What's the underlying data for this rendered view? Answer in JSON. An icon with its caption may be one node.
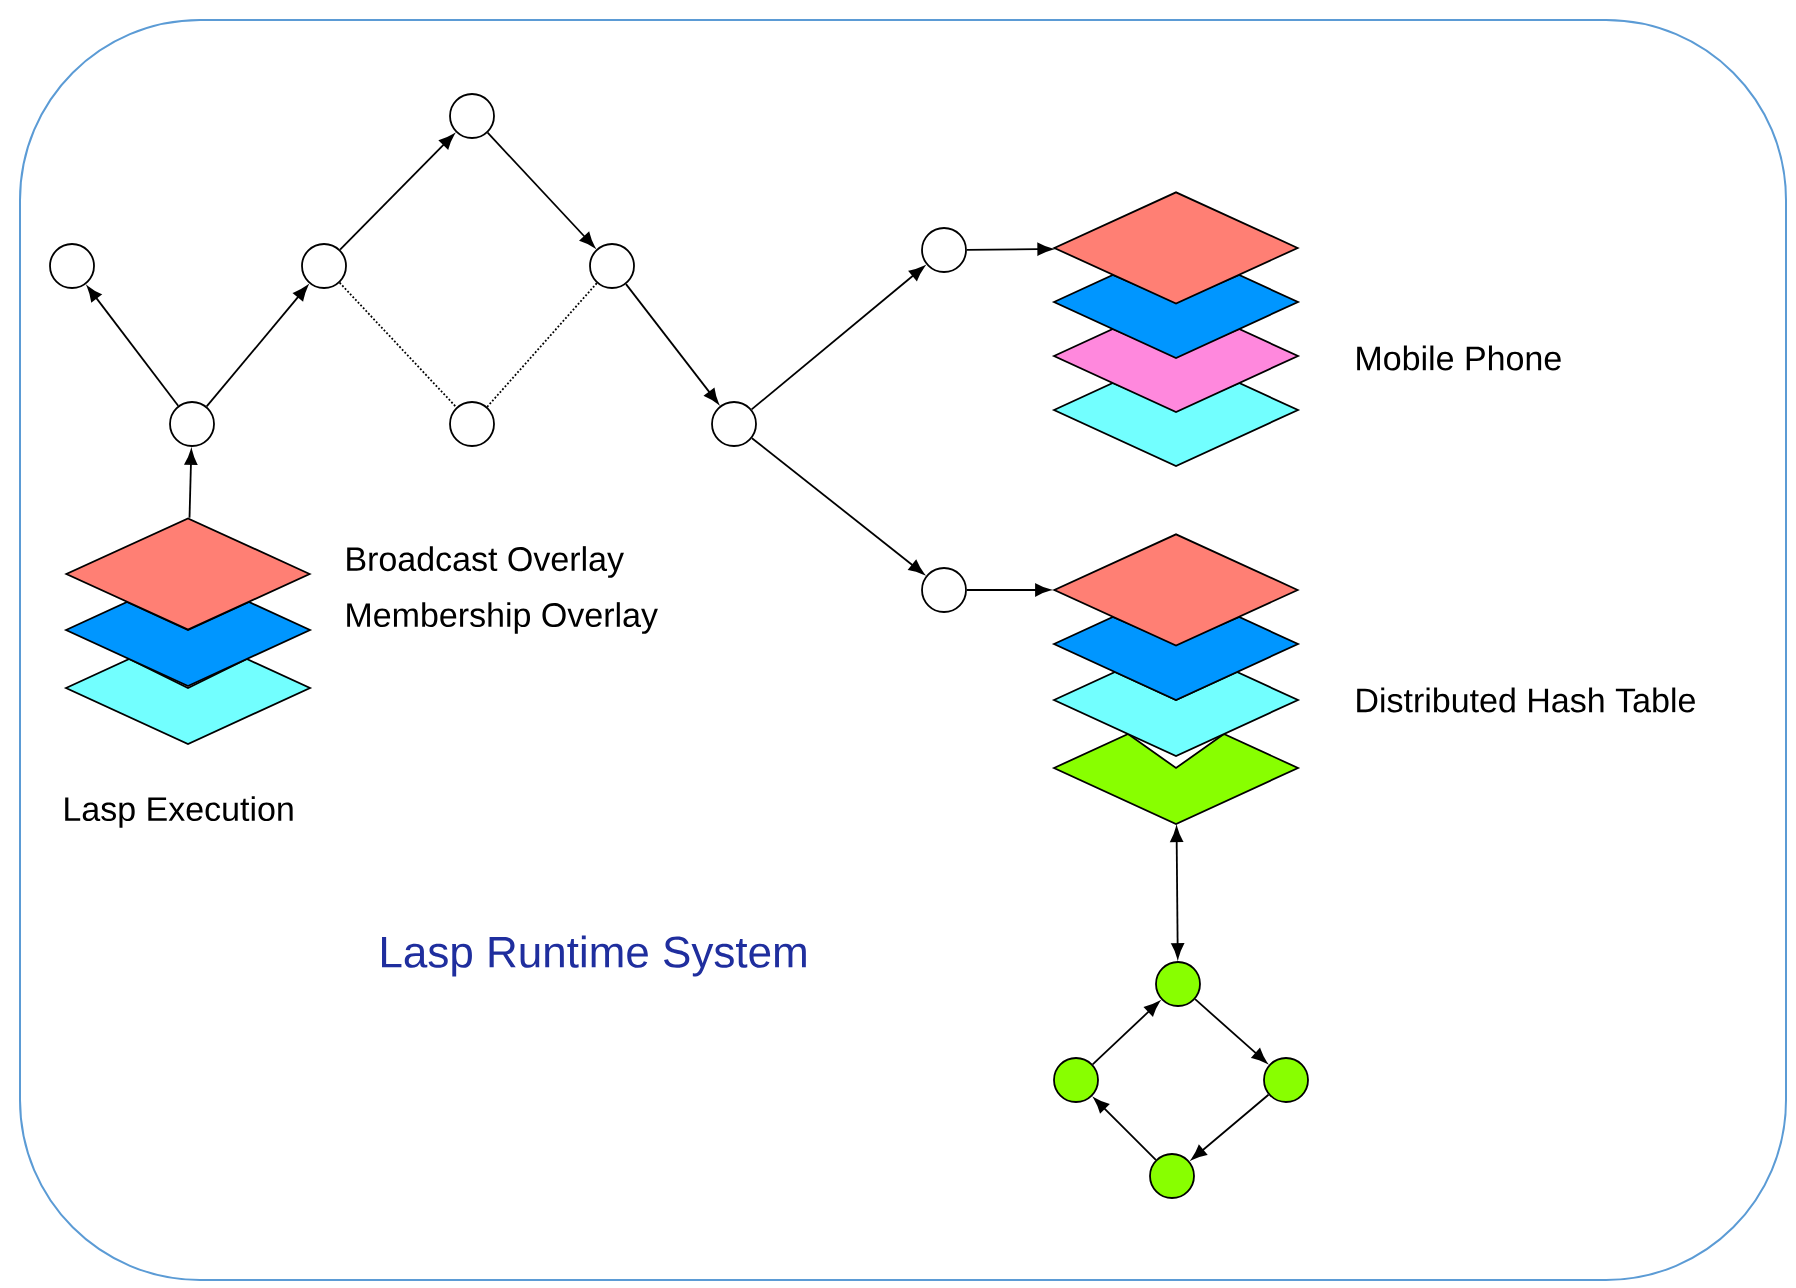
{
  "diagram": {
    "nodes": [
      {
        "text": [],
        "shape": "circle"
      },
      {
        "text": [],
        "shape": "circle"
      },
      {
        "text": [],
        "shape": "circle"
      },
      {
        "text": [],
        "shape": "circle"
      },
      {
        "text": [],
        "shape": "circle"
      },
      {
        "text": [],
        "shape": "circle"
      },
      {
        "text": [],
        "shape": "circle"
      },
      {
        "text": [],
        "shape": "circle"
      },
      {
        "text": [],
        "shape": "circle"
      },
      {
        "text": [],
        "shape": "diamond",
        "beside": [
          "Broadcast Overlay"
        ]
      },
      {
        "text": [],
        "shape": "diamond",
        "beside": [
          "Membership Overlay"
        ]
      },
      {
        "text": [],
        "shape": "diamond"
      },
      {
        "text": [],
        "shape": "diamond"
      },
      {
        "text": [],
        "shape": "diamond"
      },
      {
        "text": [],
        "shape": "diamond"
      },
      {
        "text": [],
        "shape": "diamond"
      },
      {
        "text": [],
        "shape": "diamond"
      },
      {
        "text": [],
        "shape": "diamond"
      },
      {
        "text": [],
        "shape": "diamond"
      },
      {
        "text": [],
        "shape": "diamond"
      },
      {
        "text": [],
        "shape": "circle"
      },
      {
        "text": [],
        "shape": "circle"
      },
      {
        "text": [],
        "shape": "circle"
      },
      {
        "text": [],
        "shape": "circle"
      }
    ],
    "edges": [
      {
        "from": 4,
        "to": 0,
        "arrow": "to"
      },
      {
        "from": 4,
        "to": 1,
        "arrow": "to"
      },
      {
        "from": 1,
        "to": 2,
        "arrow": "to"
      },
      {
        "from": 2,
        "to": 3,
        "arrow": "to"
      },
      {
        "from": 1,
        "to": 5,
        "arrow": "none",
        "style": "dashed"
      },
      {
        "from": 5,
        "to": 3,
        "arrow": "none",
        "style": "dashed"
      },
      {
        "from": 3,
        "to": 6,
        "arrow": "to"
      },
      {
        "from": 6,
        "to": 7,
        "arrow": "to"
      },
      {
        "from": 6,
        "to": 8,
        "arrow": "to"
      },
      {
        "from": 7,
        "to": 12,
        "arrow": "to"
      },
      {
        "from": 8,
        "to": 16,
        "arrow": "to"
      },
      {
        "from": 9,
        "to": 4,
        "arrow": "to"
      },
      {
        "from": 19,
        "to": 20,
        "arrow": "both"
      },
      {
        "from": 20,
        "to": 22,
        "arrow": "to"
      },
      {
        "from": 22,
        "to": 23,
        "arrow": "to"
      },
      {
        "from": 23,
        "to": 21,
        "arrow": "to"
      },
      {
        "from": 21,
        "to": 20,
        "arrow": "to"
      }
    ],
    "labels": [
      "Mobile Phone",
      "Distributed Hash Table",
      "Lasp Execution",
      "Lasp Runtime System"
    ]
  }
}
